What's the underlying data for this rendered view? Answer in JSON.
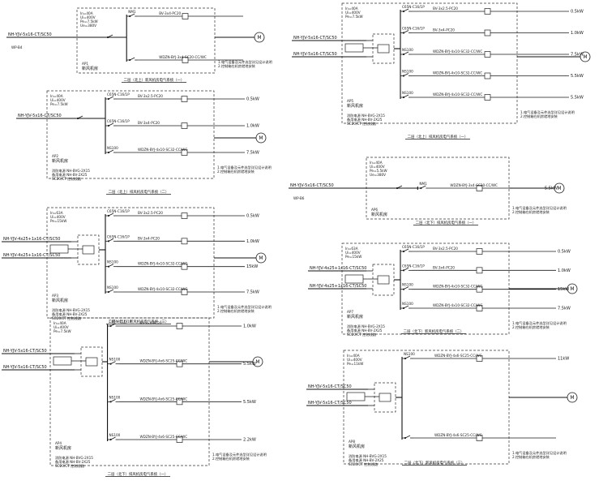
{
  "diagrams": [
    {
      "id": "d1",
      "caption": "二层（北上）新风机房电气系统（一）",
      "feeders": [
        "NH-YJV-5x16-CT/SC50"
      ],
      "src_label": "WP-B4",
      "box_label_a": "AP1",
      "box_label_b": "新风机房",
      "spec": [
        "In=40A",
        "Ui=400V",
        "Pe=7.5kW",
        "Ue=380V"
      ],
      "branches": [
        {
          "breaker": "NM1",
          "cable": "BV-3x4-PC20",
          "load": ""
        },
        {
          "breaker": "",
          "cable": "WDZN-BYJ-3x4-SC20-CC/WC",
          "load": ""
        }
      ],
      "motor": "M",
      "notes": [
        "1.电气设备及元件选型详见设计说明",
        "2.控制箱在机房就地安装"
      ]
    },
    {
      "id": "d2",
      "caption": "二层（北上）排风机房电气系统（二）",
      "feeders": [
        "NH-YJV-5x16-CT/SC50"
      ],
      "src_label": "",
      "box_label_a": "AP2",
      "box_label_b": "新风机房",
      "spec": [
        "In=40A",
        "Ui=400V",
        "Pe=7.5kW"
      ],
      "branches": [
        {
          "breaker": "C65N-C16/1P",
          "cable": "BV-3x2.5-PC20",
          "load": "0.5kW"
        },
        {
          "breaker": "C65N-C16/1P",
          "cable": "BV-3x4-PC20",
          "load": "1.0kW"
        },
        {
          "breaker": "NS100",
          "cable": "WDZN-BYJ-4x10-SC32-CC/WC",
          "load": "7.5kW"
        }
      ],
      "bottom_notes": [
        "消防电源 NH-BVG-2X15",
        "备用电源 NH-BV-2X25",
        "SC20/CT 控制线路"
      ],
      "motor": "M",
      "notes": [
        "1.电气设备及元件选型详见设计说明",
        "2.控制箱在机房就地安装"
      ]
    },
    {
      "id": "d3",
      "caption": "二层（北上）新风机房电气系统（三）",
      "feeders": [
        "NH-YJV-4x25+1x16-CT/SC50",
        "NH-YJV-4x25+1x16-CT/SC50"
      ],
      "src_label": "",
      "box_label_a": "AP3",
      "box_label_b": "新风机房",
      "spec": [
        "In=63A",
        "Ui=400V",
        "Pe=15kW"
      ],
      "branches": [
        {
          "breaker": "C65N-C16/1P",
          "cable": "BV-3x2.5-PC20",
          "load": "0.5kW"
        },
        {
          "breaker": "C65N-C16/1P",
          "cable": "BV-3x4-PC20",
          "load": "1.0kW"
        },
        {
          "breaker": "NS100",
          "cable": "WDZN-BYJ-4x10-SC32-CC/WC",
          "load": "15kW"
        },
        {
          "breaker": "NS100",
          "cable": "WDZN-BYJ-4x10-SC32-CC/WC",
          "load": "7.5kW"
        }
      ],
      "bottom_notes": [
        "消防电源 NH-BVG-2X15",
        "备用电源 NH-BV-2X25",
        "SC20/CT 控制线路"
      ],
      "motor": "M",
      "notes": [
        "1.电气设备及元件选型详见设计说明",
        "2.控制箱在机房就地安装"
      ]
    },
    {
      "id": "d4",
      "caption": "二层（北下）排风机房电气系统（一）",
      "feeders": [
        "NH-YJV-5x16-CT/SC50",
        "NH-YJV-5x16-CT/SC50"
      ],
      "src_label": "",
      "box_label_a": "AP4",
      "box_label_b": "新风机房",
      "spec": [
        "In=40A",
        "Ui=400V",
        "Pe=7.5kW"
      ],
      "branches": [
        {
          "breaker": "C65N-C16/1P",
          "cable": "BV-3x4-PC20",
          "load": "1.0kW"
        },
        {
          "breaker": "NS100",
          "cable": "WDZN-BYJ-4x6-SC25-CC/WC",
          "load": "5.5kW"
        },
        {
          "breaker": "NS100",
          "cable": "WDZN-BYJ-4x6-SC25-CC/WC",
          "load": "5.5kW"
        },
        {
          "breaker": "NS100",
          "cable": "WDZN-BYJ-4x6-SC25-CC/WC",
          "load": "2.2kW"
        }
      ],
      "bottom_notes": [
        "消防电源 NH-BVG-2X15",
        "备用电源 NH-BV-2X25",
        "SC20/CT 控制线路"
      ],
      "motor": "M",
      "notes": [
        "1.电气设备及元件选型详见设计说明",
        "2.控制箱在机房就地安装"
      ]
    },
    {
      "id": "d5",
      "caption": "二层（北上）排风机房电气系统（一）",
      "feeders": [
        "NH-YJV-5x16-CT/SC50",
        "NH-YJV-5x16-CT/SC50"
      ],
      "src_label": "",
      "box_label_a": "AP5",
      "box_label_b": "新风机房",
      "spec": [
        "In=40A",
        "Ui=400V",
        "Pe=7.5kW"
      ],
      "branches": [
        {
          "breaker": "C65N-C16/1P",
          "cable": "BV-3x2.5-PC20",
          "load": "0.5kW"
        },
        {
          "breaker": "C65N-C16/1P",
          "cable": "BV-3x4-PC20",
          "load": "1.0kW"
        },
        {
          "breaker": "NS100",
          "cable": "WDZN-BYJ-4x10-SC32-CC/WC",
          "load": "7.5kW"
        },
        {
          "breaker": "NS100",
          "cable": "WDZN-BYJ-4x10-SC32-CC/WC",
          "load": "5.5kW"
        },
        {
          "breaker": "NS100",
          "cable": "WDZN-BYJ-4x10-SC32-CC/WC",
          "load": "5.5kW"
        }
      ],
      "bottom_notes": [
        "消防电源 NH-BVG-2X15",
        "备用电源 NH-BV-2X25",
        "SC20/CT 控制线路"
      ],
      "motor": "M",
      "notes": [
        "1.电气设备及元件选型详见设计说明",
        "2.控制箱在机房就地安装"
      ]
    },
    {
      "id": "d6",
      "caption": "二层（北下）排风机房电气系统（一）",
      "feeders": [
        "NH-YJV-5x16-CT/SC50"
      ],
      "src_label": "WP-B6",
      "box_label_a": "AP6",
      "box_label_b": "新风机房",
      "spec": [
        "In=40A",
        "Ui=400V",
        "Pe=5.5kW",
        "Ue=380V"
      ],
      "branches": [
        {
          "breaker": "NM1",
          "cable": "WDZN-BYJ-3x4-SC20-CC/WC",
          "load": "5.5kW"
        }
      ],
      "motor": "M",
      "notes": [
        "1.电气设备及元件选型详见设计说明",
        "2.控制箱在机房就地安装"
      ]
    },
    {
      "id": "d7",
      "caption": "二层（北下）新风机房电气系统（二）",
      "feeders": [
        "NH-YJV-4x25+1x16-CT/SC50",
        "NH-YJV-4x25+1x16-CT/SC50"
      ],
      "src_label": "",
      "box_label_a": "AP7",
      "box_label_b": "新风机房",
      "spec": [
        "In=63A",
        "Ui=400V",
        "Pe=15kW"
      ],
      "branches": [
        {
          "breaker": "C65N-C16/1P",
          "cable": "BV-3x2.5-PC20",
          "load": "0.5kW"
        },
        {
          "breaker": "C65N-C16/1P",
          "cable": "BV-3x4-PC20",
          "load": "1.0kW"
        },
        {
          "breaker": "NS100",
          "cable": "WDZN-BYJ-4x10-SC32-CC/WC",
          "load": "15kW"
        },
        {
          "breaker": "NS100",
          "cable": "WDZN-BYJ-4x10-SC32-CC/WC",
          "load": "7.5kW"
        }
      ],
      "bottom_notes": [
        "消防电源 NH-BVG-2X15",
        "备用电源 NH-BV-2X25",
        "SC20/CT 控制线路"
      ],
      "motor": "M",
      "notes": [
        "1.电气设备及元件选型详见设计说明",
        "2.控制箱在机房就地安装"
      ]
    },
    {
      "id": "d8",
      "caption": "二层（北下）新风机房电气系统（三）",
      "feeders": [
        "NH-YJV-5x16-CT/SC50",
        "NH-YJV-5x16-CT/SC50"
      ],
      "src_label": "",
      "box_label_a": "AP8",
      "box_label_b": "新风机房",
      "spec": [
        "In=40A",
        "Ui=400V",
        "Pe=11kW"
      ],
      "branches": [
        {
          "breaker": "NS100",
          "cable": "WDZN-BYJ-4x6-SC25-CC/WC",
          "load": "11kW"
        },
        {
          "breaker": "",
          "cable": "WDZN-BYJ-4x6-SC25-CC/WC",
          "load": ""
        }
      ],
      "bottom_notes": [
        "消防电源 NH-BVG-2X15",
        "备用电源 NH-BV-2X25",
        "SC20/CT 控制线路"
      ],
      "motor": "M",
      "notes": [
        "1.电气设备及元件选型详见设计说明",
        "2.控制箱在机房就地安装"
      ]
    }
  ]
}
